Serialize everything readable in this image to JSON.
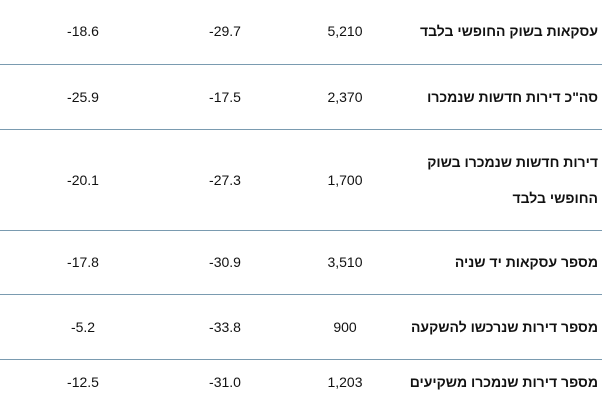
{
  "table": {
    "rows": [
      {
        "label": "עסקאות בשוק החופשי בלבד",
        "v1": "5,210",
        "v2": "-29.7",
        "v3": "-18.6"
      },
      {
        "label": "סה\"כ דירות חדשות שנמכרו",
        "v1": "2,370",
        "v2": "-17.5",
        "v3": "-25.9"
      },
      {
        "label": "דירות חדשות שנמכרו בשוק החופשי בלבד",
        "v1": "1,700",
        "v2": "-27.3",
        "v3": "-20.1"
      },
      {
        "label": "מספר עסקאות יד שניה",
        "v1": "3,510",
        "v2": "-30.9",
        "v3": "-17.8"
      },
      {
        "label": "מספר דירות שנרכשו להשקעה",
        "v1": "900",
        "v2": "-33.8",
        "v3": "-5.2"
      },
      {
        "label": "מספר דירות שנמכרו משקיעים",
        "v1": "1,203",
        "v2": "-31.0",
        "v3": "-12.5"
      }
    ]
  }
}
